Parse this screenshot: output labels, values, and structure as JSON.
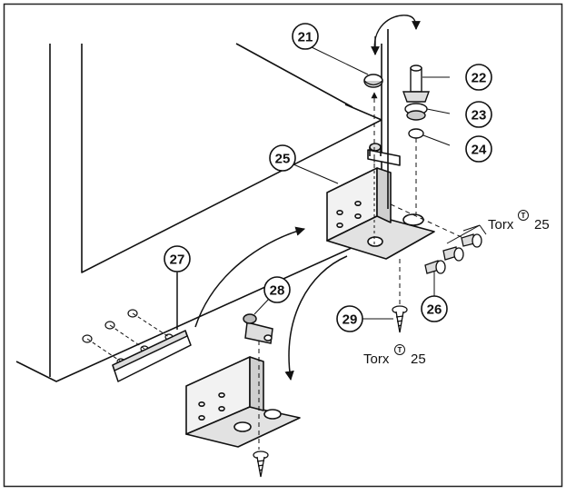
{
  "callouts": [
    {
      "id": "21",
      "label": "21"
    },
    {
      "id": "22",
      "label": "22"
    },
    {
      "id": "23",
      "label": "23"
    },
    {
      "id": "24",
      "label": "24"
    },
    {
      "id": "25",
      "label": "25"
    },
    {
      "id": "26",
      "label": "26"
    },
    {
      "id": "27",
      "label": "27"
    },
    {
      "id": "28",
      "label": "28"
    },
    {
      "id": "29",
      "label": "29"
    }
  ],
  "torx_labels": [
    {
      "text": "Torx",
      "size": "25",
      "mark": "T"
    },
    {
      "text": "Torx",
      "size": "25",
      "mark": "T"
    }
  ]
}
